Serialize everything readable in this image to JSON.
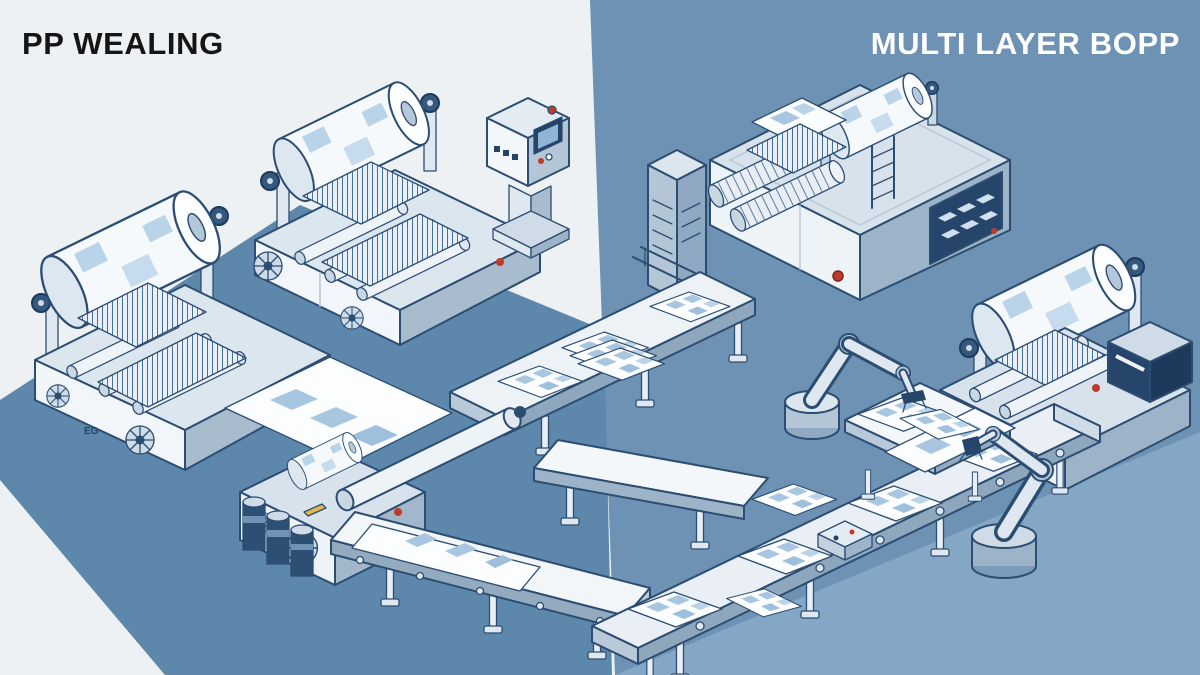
{
  "labels": {
    "left": "PP WEALING",
    "right": "MULTI LAYER BOPP"
  },
  "markings": {
    "machine_stencil": "EG"
  },
  "colors": {
    "background_left": "#eef1f4",
    "background_right": "#6d92b4",
    "floor_left": "#5e87ac",
    "floor_right_highlight": "#83a7c4",
    "outline_navy": "#2c4d72",
    "machine_white": "#f2f6fa",
    "machine_light": "#dce6ef",
    "machine_shadow": "#9db3c7",
    "panel_dark": "#25456b",
    "film_patch_blue": "#a9c6e0",
    "button_red": "#c03a2b",
    "label_yellow": "#e3b54e",
    "text_left": "#151515",
    "text_right": "#ffffff"
  },
  "scene": {
    "left_section": {
      "elements": [
        "film-unwinder-machine",
        "film-winder-machine",
        "control-panel-pedestal",
        "laminator-machine",
        "film-canisters",
        "mid-conveyor",
        "output-conveyor"
      ]
    },
    "right_section": {
      "elements": [
        "extrusion-machine",
        "electrical-cabinet",
        "film-rewinder-machine",
        "robotic-arm-left",
        "robotic-arm-right",
        "inspection-table",
        "bottom-conveyor",
        "control-box"
      ]
    }
  }
}
